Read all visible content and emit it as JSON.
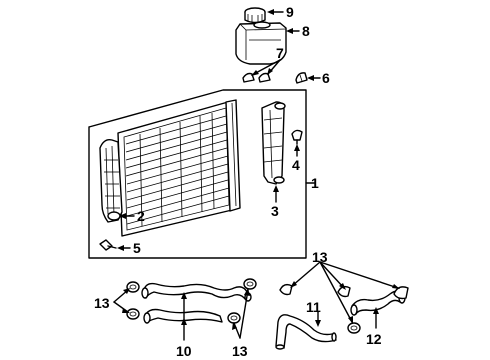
{
  "callouts": {
    "c1": "1",
    "c2": "2",
    "c3": "3",
    "c4": "4",
    "c5": "5",
    "c6": "6",
    "c7": "7",
    "c8": "8",
    "c9": "9",
    "c10": "10",
    "c11": "11",
    "c12": "12",
    "c13a": "13",
    "c13b": "13",
    "c13c": "13"
  },
  "colors": {
    "line": "#000000",
    "background": "#ffffff"
  }
}
